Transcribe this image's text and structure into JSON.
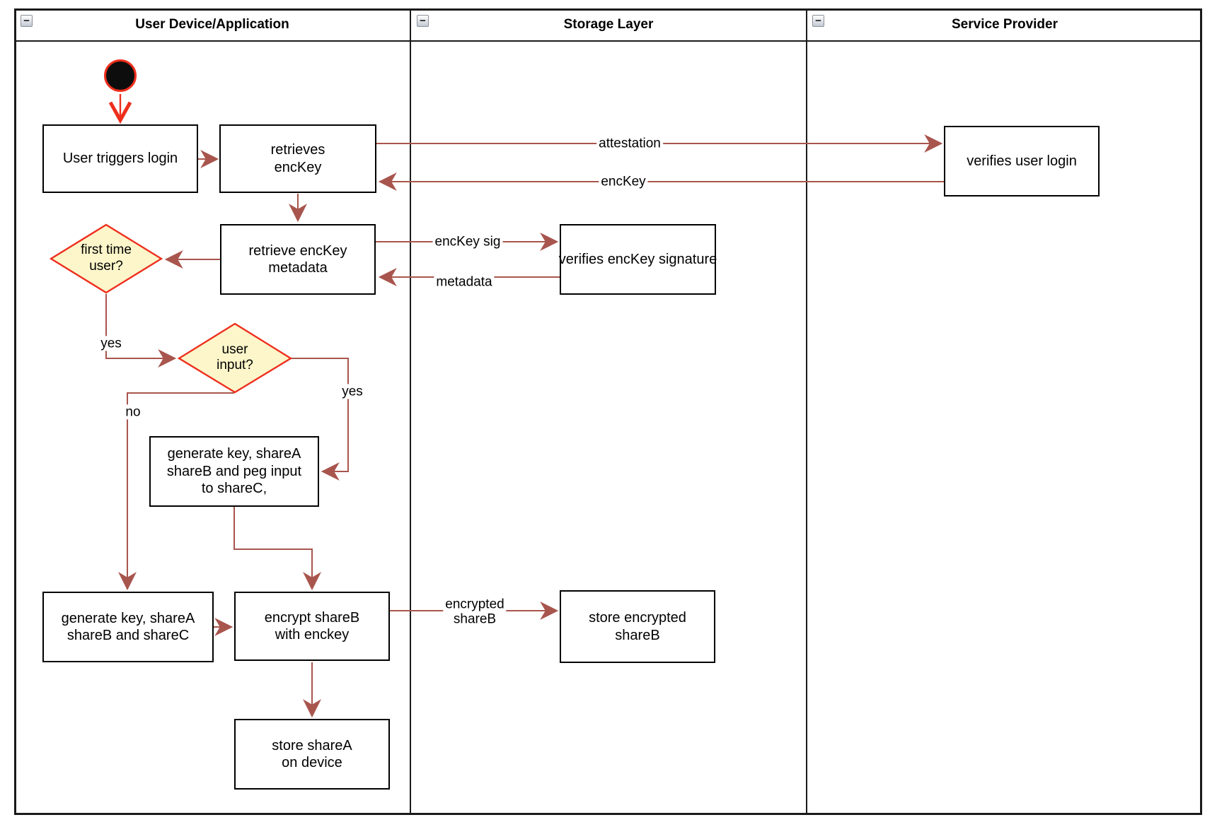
{
  "diagram": {
    "lanes": [
      {
        "title": "User Device/Application"
      },
      {
        "title": "Storage Layer"
      },
      {
        "title": "Service Provider"
      }
    ],
    "icons": {
      "collapse": "−"
    },
    "nodes": {
      "user_triggers_login": "User triggers login",
      "retrieves_enckey": "retrieves\nencKey",
      "retrieve_enckey_metadata": "retrieve encKey\nmetadata",
      "first_time_user": "first time\nuser?",
      "user_input": "user input?",
      "generate_key_peg": "generate key, shareA\nshareB and peg input\nto shareC,",
      "generate_key_sharec": "generate key, shareA\nshareB and shareC",
      "encrypt_shareb": "encrypt shareB\nwith enckey",
      "store_sharea": "store shareA\non device",
      "verifies_enckey_signature": "verifies encKey signature",
      "store_encrypted_shareb": "store encrypted\nshareB",
      "verifies_user_login": "verifies user login"
    },
    "edge_labels": {
      "attestation": "attestation",
      "enckey": "encKey",
      "enckey_sig": "encKey sig",
      "metadata": "metadata",
      "encrypted_shareb": "encrypted\nshareB",
      "yes_first_time": "yes",
      "yes_user_input": "yes",
      "no_user_input": "no"
    },
    "colors": {
      "arrow": "#a8554d",
      "accent_red": "#ee2e1c",
      "diamond_fill": "#fcf6ca",
      "frame_black": "#1a1a1a"
    }
  }
}
